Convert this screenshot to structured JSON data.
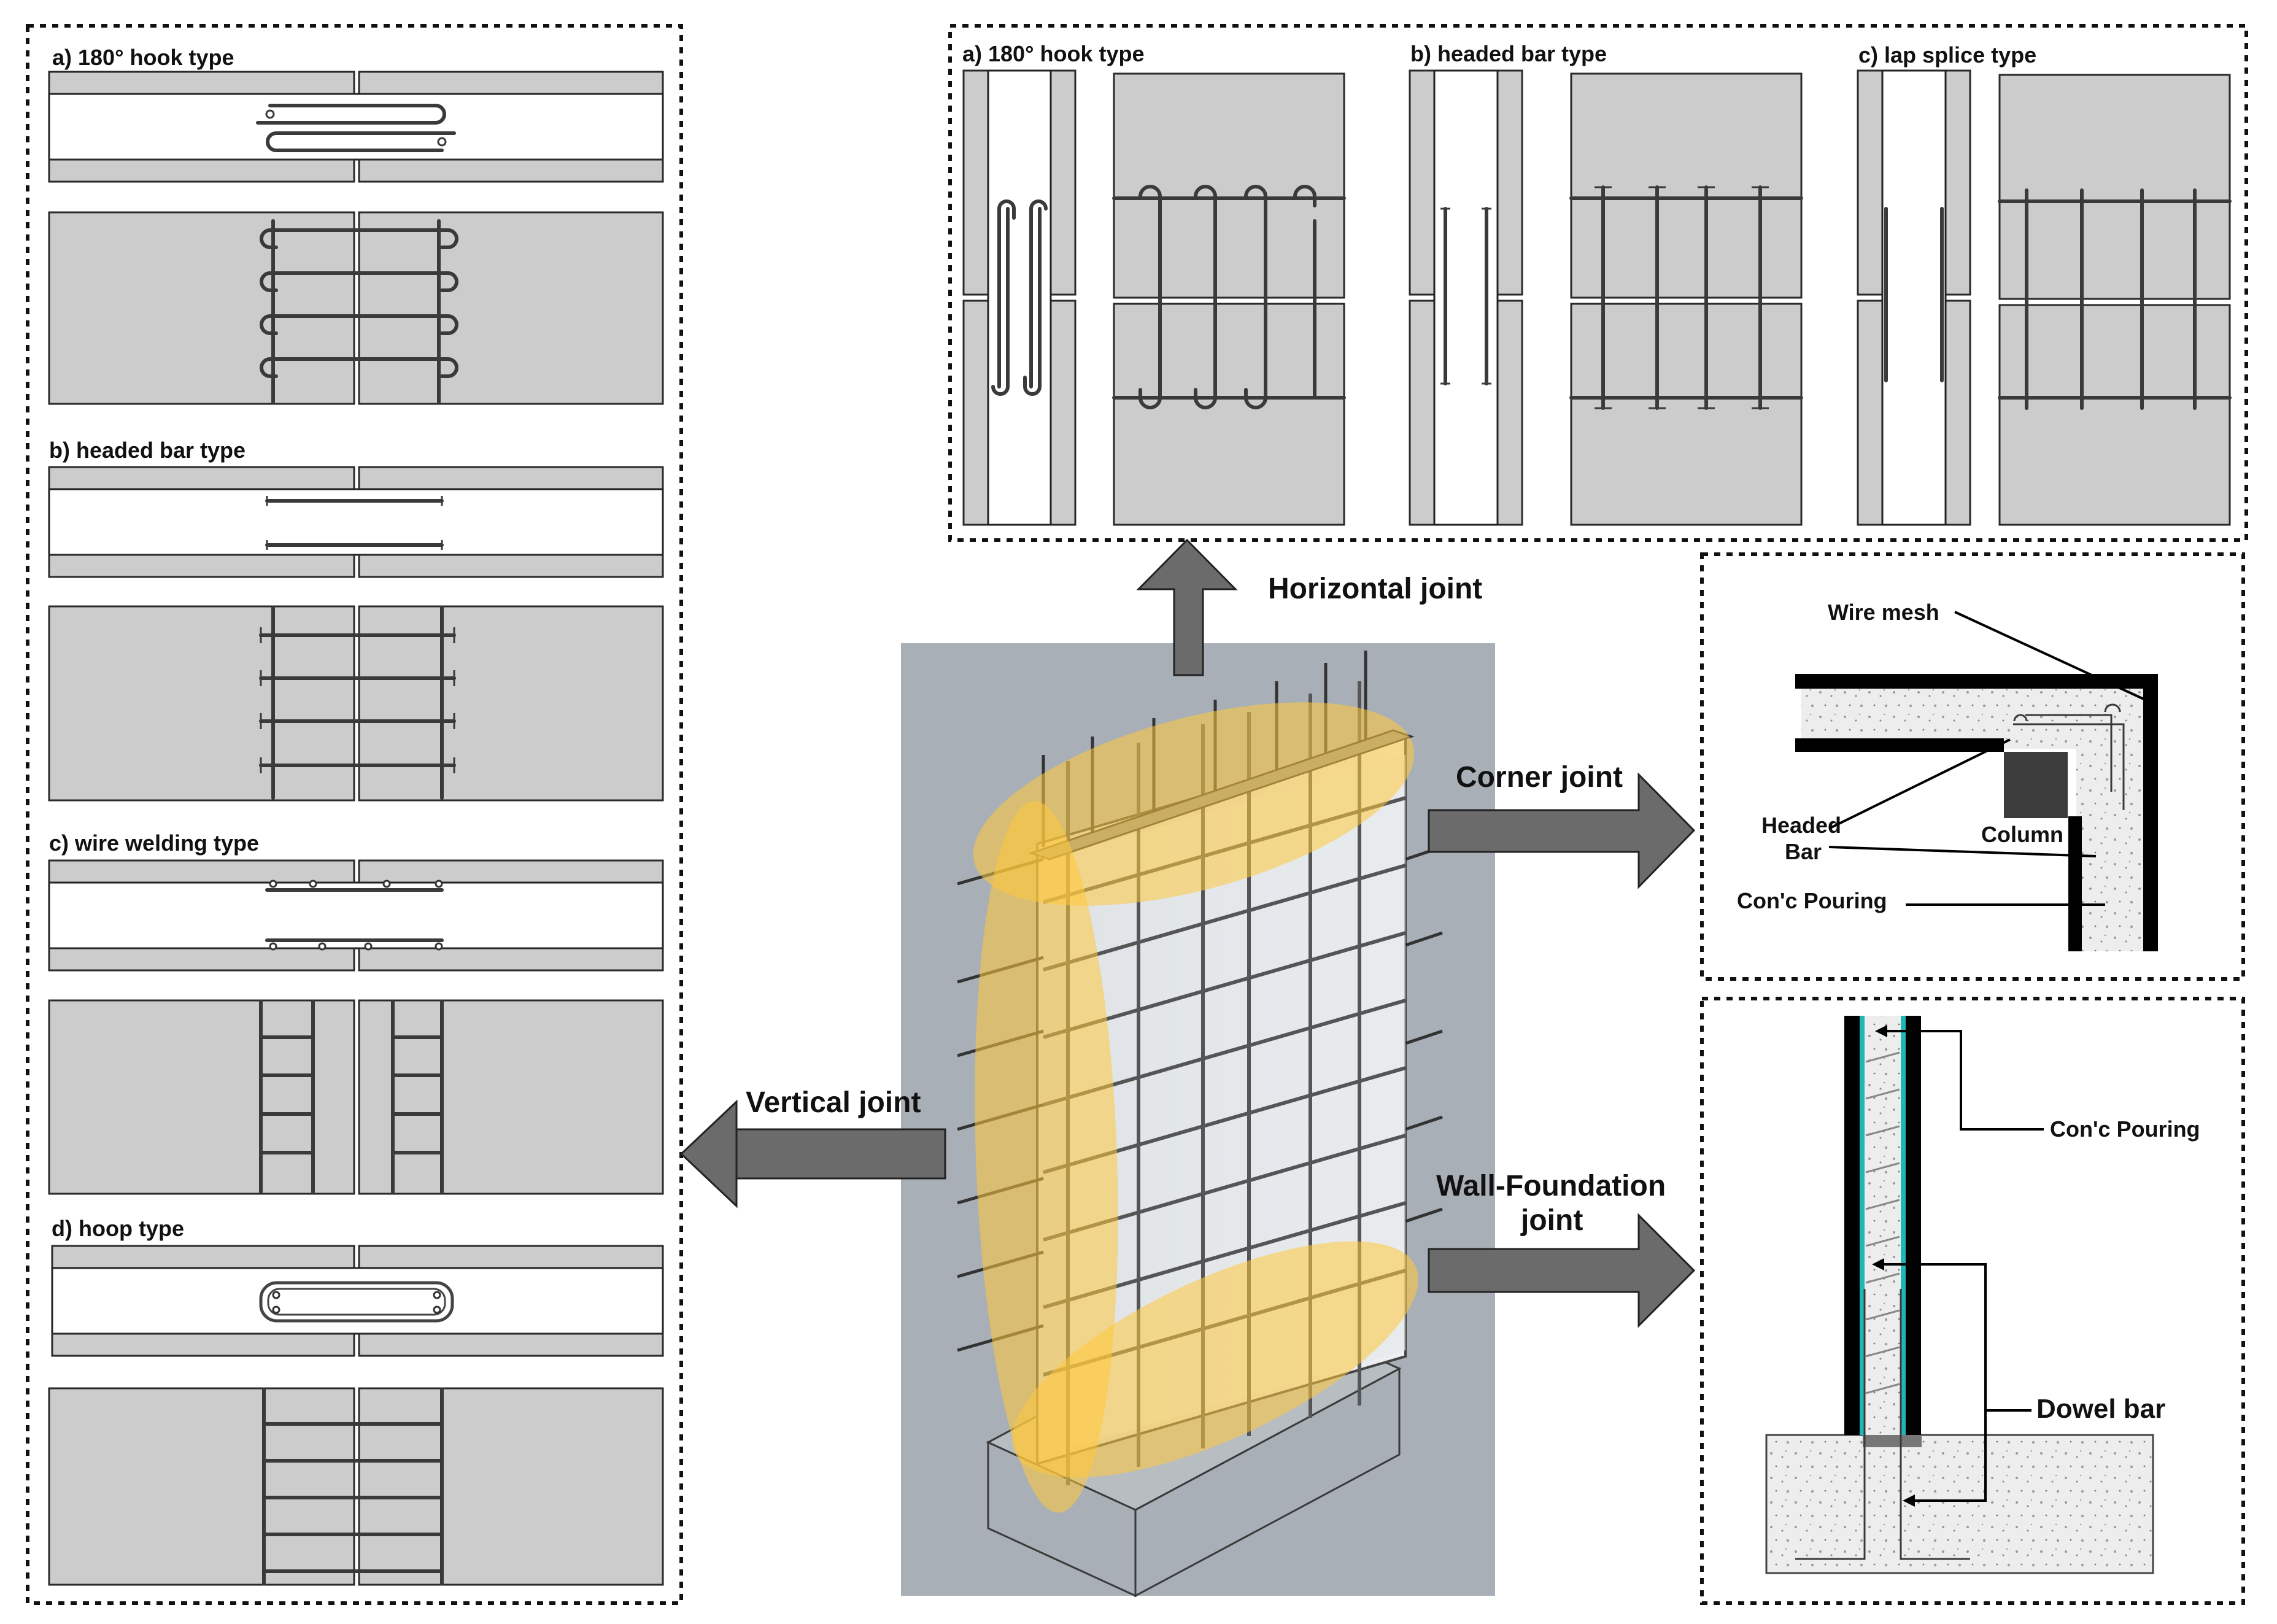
{
  "vertical_joint": {
    "hook_label": "a) 180° hook type",
    "headed_label": "b) headed bar type",
    "welding_label": "c) wire welding type",
    "hoop_label": "d) hoop type"
  },
  "horizontal_joint": {
    "hook_label": "a) 180° hook type",
    "headed_label": "b) headed bar type",
    "lap_label": "c) lap splice type"
  },
  "arrows": {
    "horizontal": "Horizontal joint",
    "vertical": "Vertical joint",
    "corner": "Corner joint",
    "foundation_line1": "Wall-Foundation",
    "foundation_line2": "joint"
  },
  "corner_detail": {
    "wire_mesh": "Wire mesh",
    "headed_line1": "Headed",
    "headed_line2": "Bar",
    "column": "Column",
    "pouring": "Con'c Pouring"
  },
  "foundation_detail": {
    "pouring": "Con'c Pouring",
    "dowel": "Dowel bar"
  },
  "colors": {
    "panel": "#cccccc",
    "highlight": "#ffc83d",
    "background": "#a9afb6",
    "arrow": "#6b6b6b"
  }
}
